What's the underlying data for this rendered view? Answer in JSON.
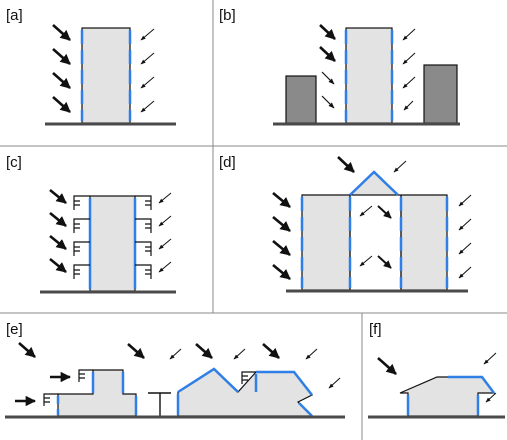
{
  "panels": [
    {
      "id": "a",
      "label": "[a]"
    },
    {
      "id": "b",
      "label": "[b]"
    },
    {
      "id": "c",
      "label": "[c]"
    },
    {
      "id": "d",
      "label": "[d]"
    },
    {
      "id": "e",
      "label": "[e]"
    },
    {
      "id": "f",
      "label": "[f]"
    }
  ],
  "colors": {
    "building_fill": "#e3e3e3",
    "neighbor_fill": "#8a8a8a",
    "outline": "#111111",
    "facade_highlight": "#2f7fe6",
    "divider": "#888888",
    "ground": "#4a4a4a"
  },
  "icons": {
    "wind_arrow": "wind-arrow-icon",
    "wind_arrow_small": "wind-arrow-small-icon",
    "balcony_railing": "balcony-railing-icon"
  }
}
